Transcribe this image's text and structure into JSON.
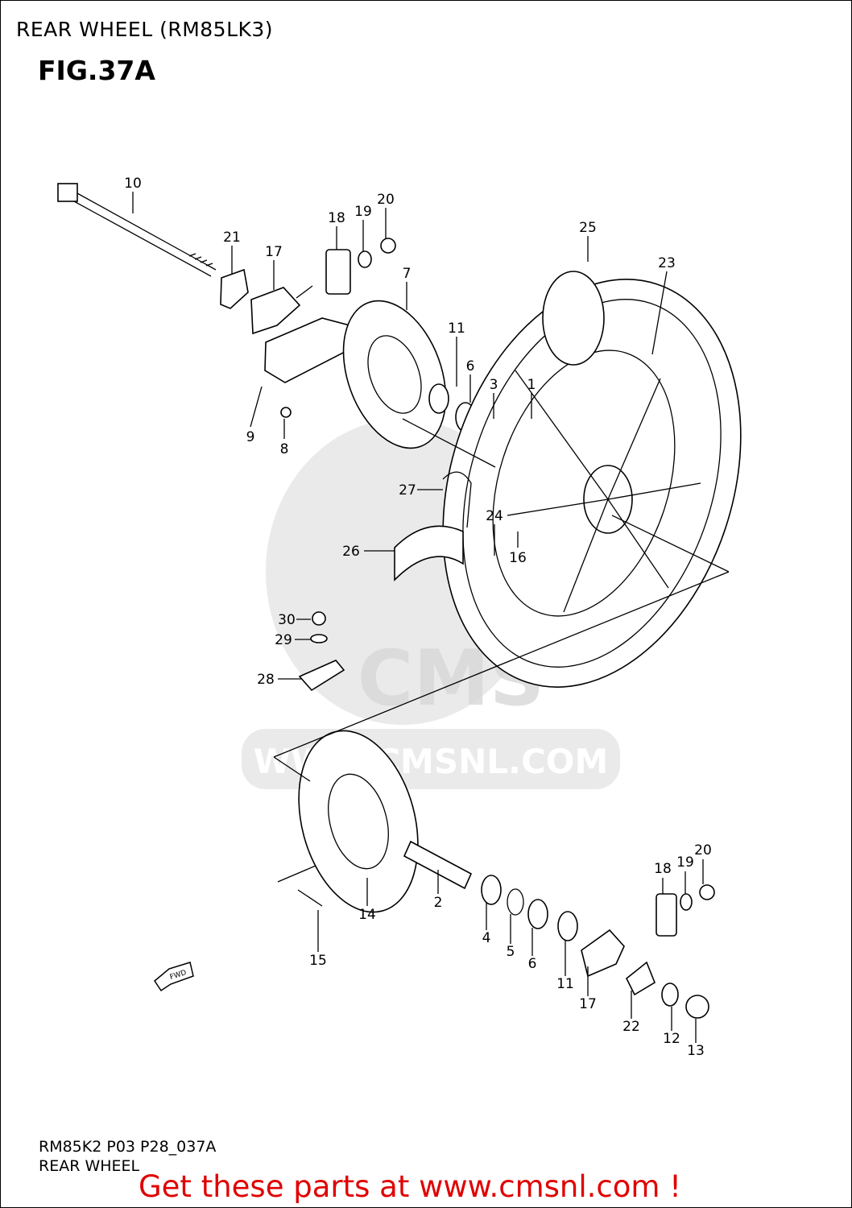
{
  "header": {
    "title": "REAR WHEEL (RM85LK3)",
    "figure": "FIG.37A"
  },
  "callouts": [
    "10",
    "21",
    "17",
    "18",
    "19",
    "20",
    "7",
    "11",
    "6",
    "3",
    "1",
    "25",
    "23",
    "9",
    "8",
    "27",
    "24",
    "16",
    "26",
    "30",
    "29",
    "28",
    "14",
    "2",
    "4",
    "5",
    "6",
    "11",
    "17",
    "18",
    "19",
    "20",
    "22",
    "12",
    "13",
    "15"
  ],
  "direction_badge": "FWD",
  "watermark": {
    "logo_text": "CMS",
    "url": "WWW.CMSNL.COM"
  },
  "footer": {
    "code": "RM85K2 P03 P28_037A",
    "name": "REAR WHEEL",
    "cta": "Get these parts at www.cmsnl.com !"
  },
  "colors": {
    "cta": "#e00000",
    "watermark": "#d8d8d8",
    "line": "#000000"
  }
}
